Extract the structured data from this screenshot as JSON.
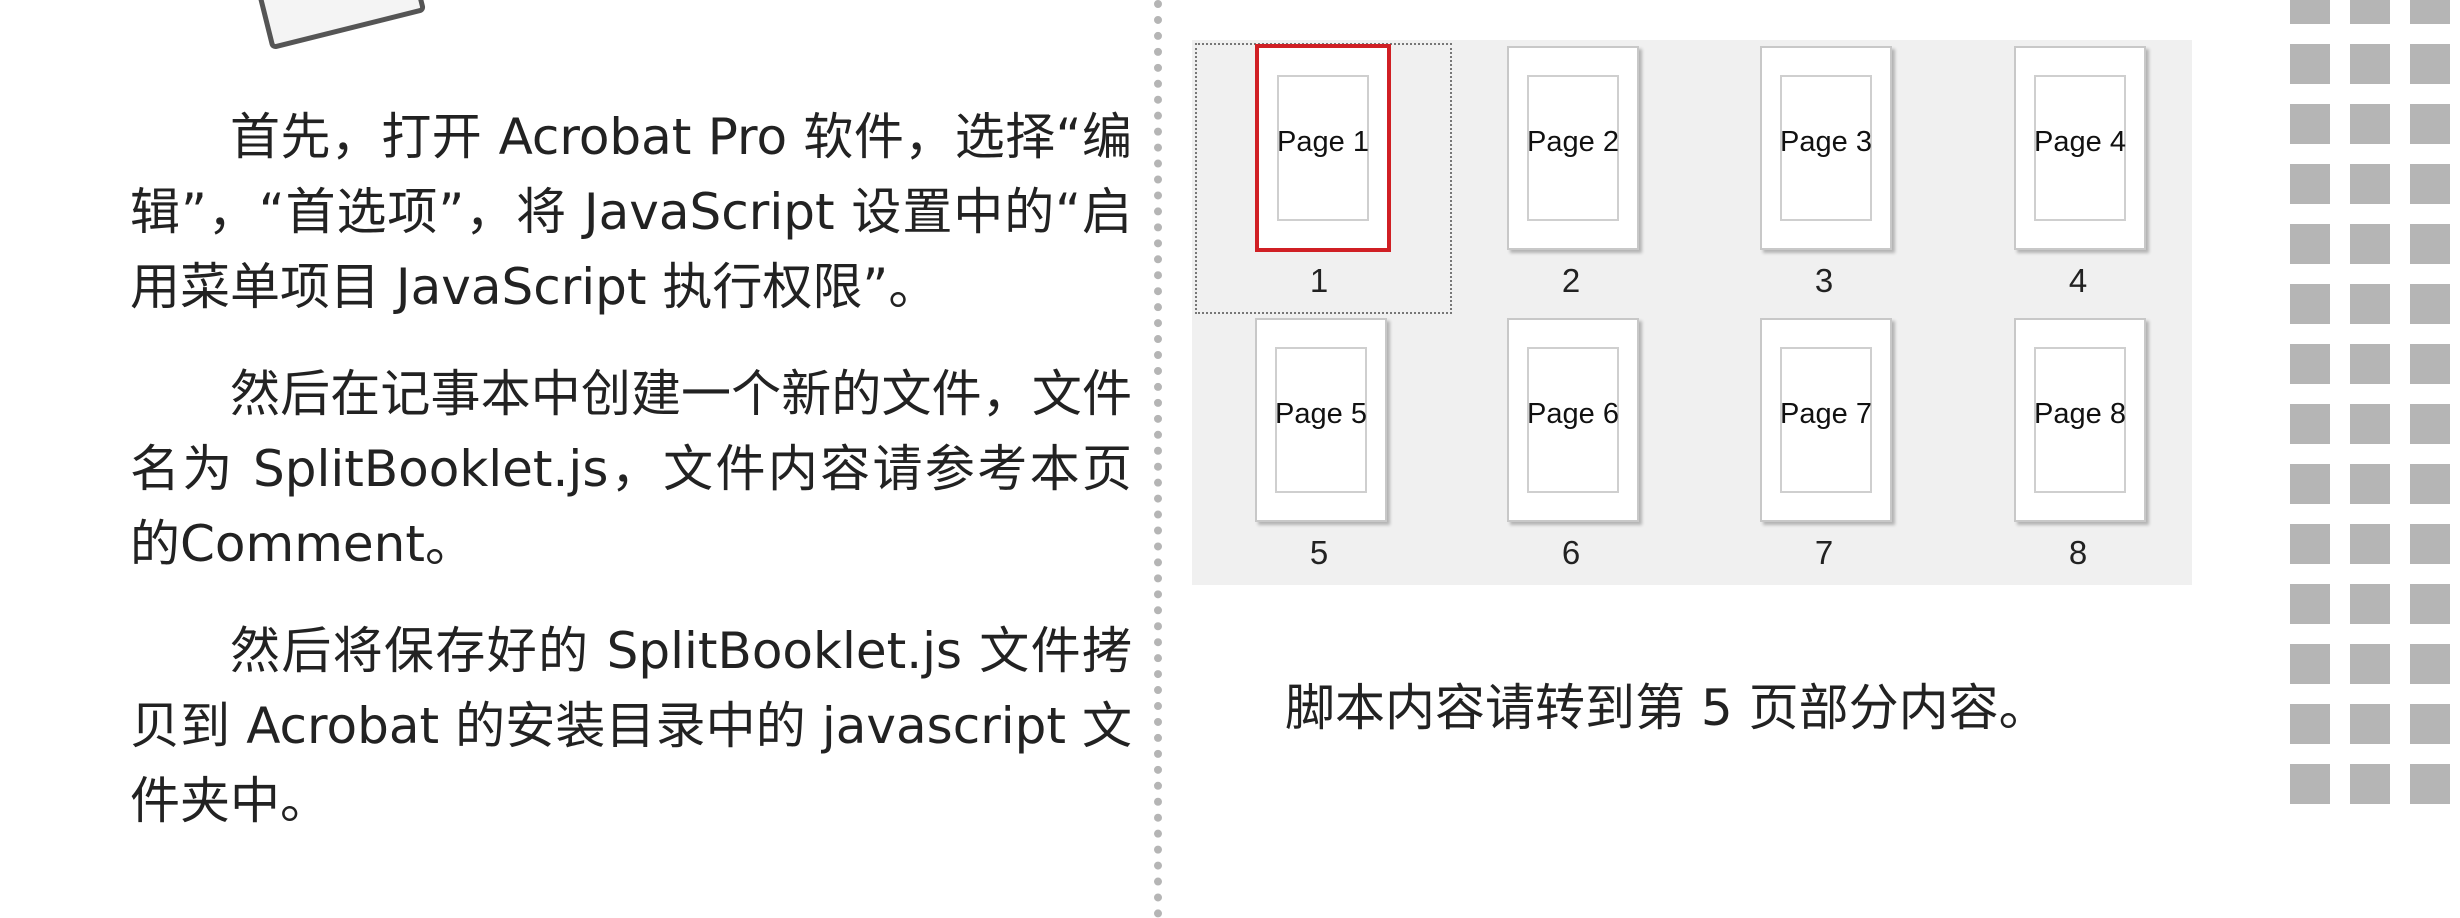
{
  "left_paragraphs": [
    "首先，打开 Acrobat Pro 软件，选择“编辑”，“首选项”，将 JavaScript 设置中的“启用菜单项目 JavaScript 执行权限”。",
    "然后在记事本中创建一个新的文件，文件名为 SplitBooklet.js，文件内容请参考本页的Comment。",
    "然后将保存好的 SplitBooklet.js 文件拷贝到 Acrobat 的安装目录中的 javascript 文件夹中。"
  ],
  "thumbnails": [
    {
      "label": "Page 1",
      "number": "1",
      "selected": true
    },
    {
      "label": "Page 2",
      "number": "2",
      "selected": false
    },
    {
      "label": "Page 3",
      "number": "3",
      "selected": false
    },
    {
      "label": "Page 4",
      "number": "4",
      "selected": false
    },
    {
      "label": "Page 5",
      "number": "5",
      "selected": false
    },
    {
      "label": "Page 6",
      "number": "6",
      "selected": false
    },
    {
      "label": "Page 7",
      "number": "7",
      "selected": false
    },
    {
      "label": "Page 8",
      "number": "8",
      "selected": false
    }
  ],
  "note": "脚本内容请转到第 5 页部分内容。",
  "colors": {
    "selection_border": "#d01f24",
    "decor_squares": "#b5b5b5",
    "panel_bg": "#f0f0f0"
  }
}
